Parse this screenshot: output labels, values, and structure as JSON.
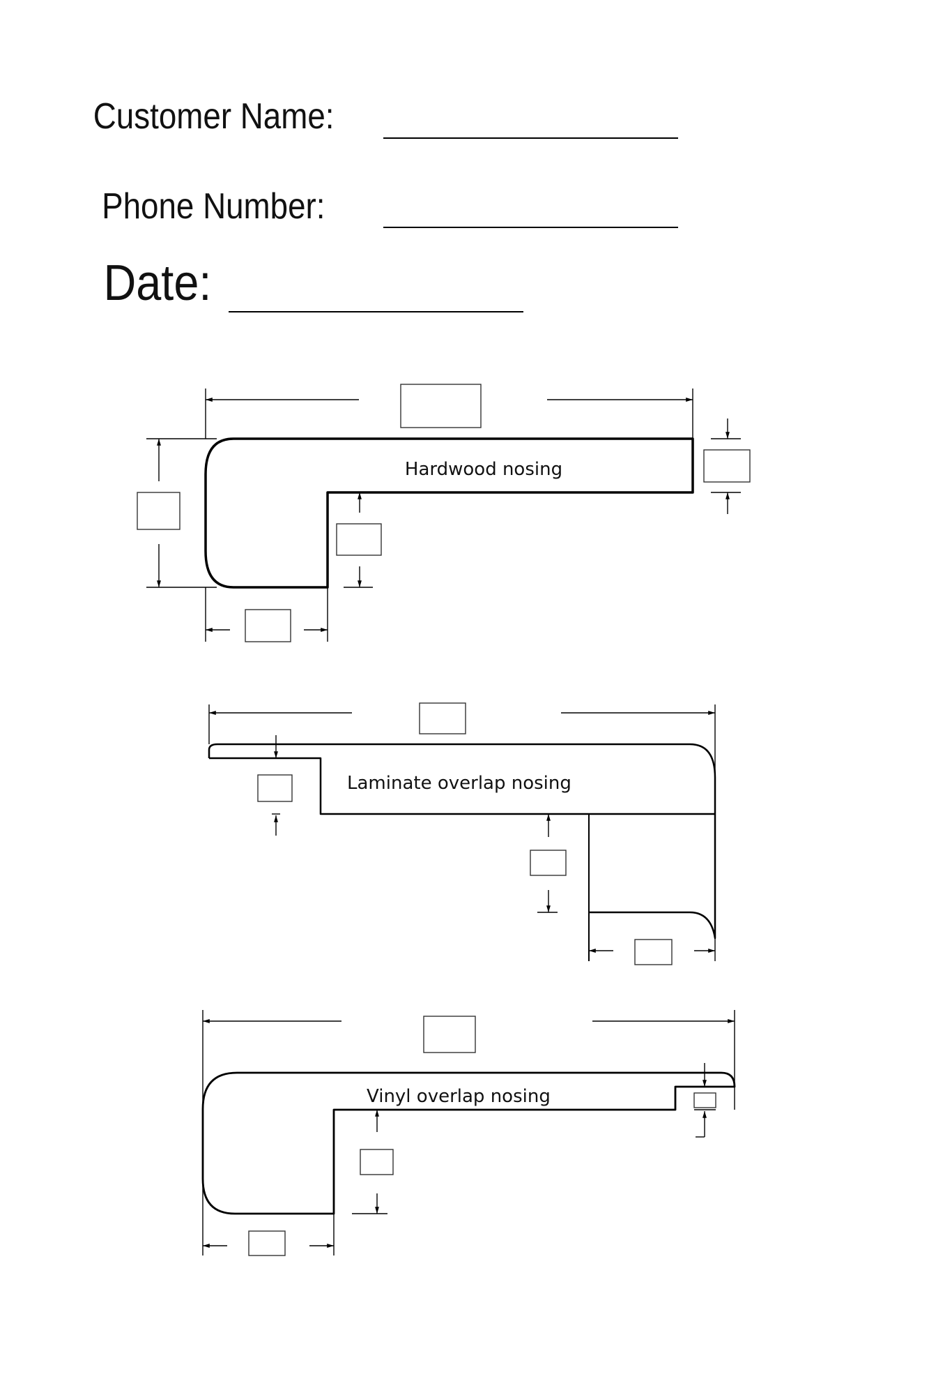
{
  "form": {
    "customer_name_label": "Customer Name:",
    "phone_number_label": "Phone Number:",
    "date_label": "Date:",
    "customer_name_value": "",
    "phone_number_value": "",
    "date_value": ""
  },
  "diagrams": [
    {
      "title": "Hardwood nosing"
    },
    {
      "title": "Laminate overlap nosing"
    },
    {
      "title": "Vinyl overlap nosing"
    }
  ],
  "colors": {
    "ink": "#000000",
    "background": "#ffffff"
  }
}
